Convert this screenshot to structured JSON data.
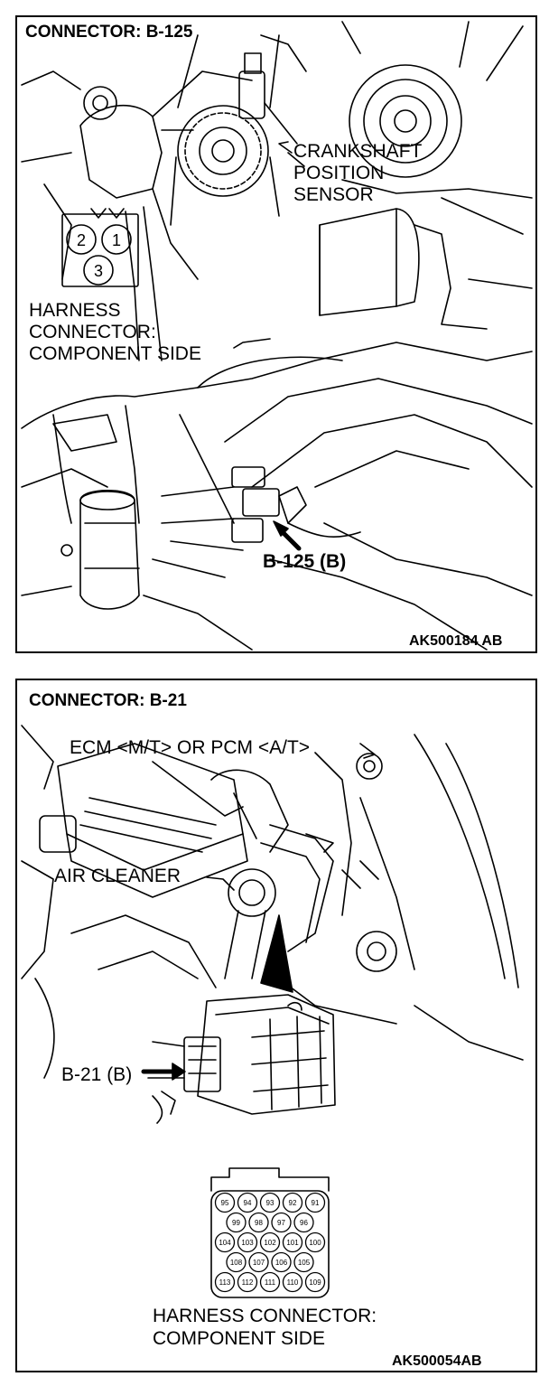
{
  "connector_b125": {
    "heading": "CONNECTOR: B-125",
    "sensor_label_lines": [
      "CRANKSHAFT",
      "POSITION",
      "SENSOR"
    ],
    "pins": [
      "2",
      "1",
      "3"
    ],
    "harness_label_lines": [
      "HARNESS",
      "CONNECTOR:",
      "COMPONENT SIDE"
    ],
    "callout": "B-125 (B)",
    "figure_code": "AK500184 AB"
  },
  "connector_b21": {
    "heading": "CONNECTOR: B-21",
    "ecm_label": "ECM <M/T> OR PCM <A/T>",
    "air_cleaner_label": "AIR CLEANER",
    "callout": "B-21 (B)",
    "cavity_rows": [
      [
        "95",
        "94",
        "93",
        "92",
        "91"
      ],
      [
        "99",
        "98",
        "97",
        "96"
      ],
      [
        "104",
        "103",
        "102",
        "101",
        "100"
      ],
      [
        "108",
        "107",
        "106",
        "105"
      ],
      [
        "113",
        "112",
        "111",
        "110",
        "109"
      ]
    ],
    "harness_label_lines": [
      "HARNESS CONNECTOR:",
      "COMPONENT SIDE"
    ],
    "figure_code": "AK500054AB"
  }
}
